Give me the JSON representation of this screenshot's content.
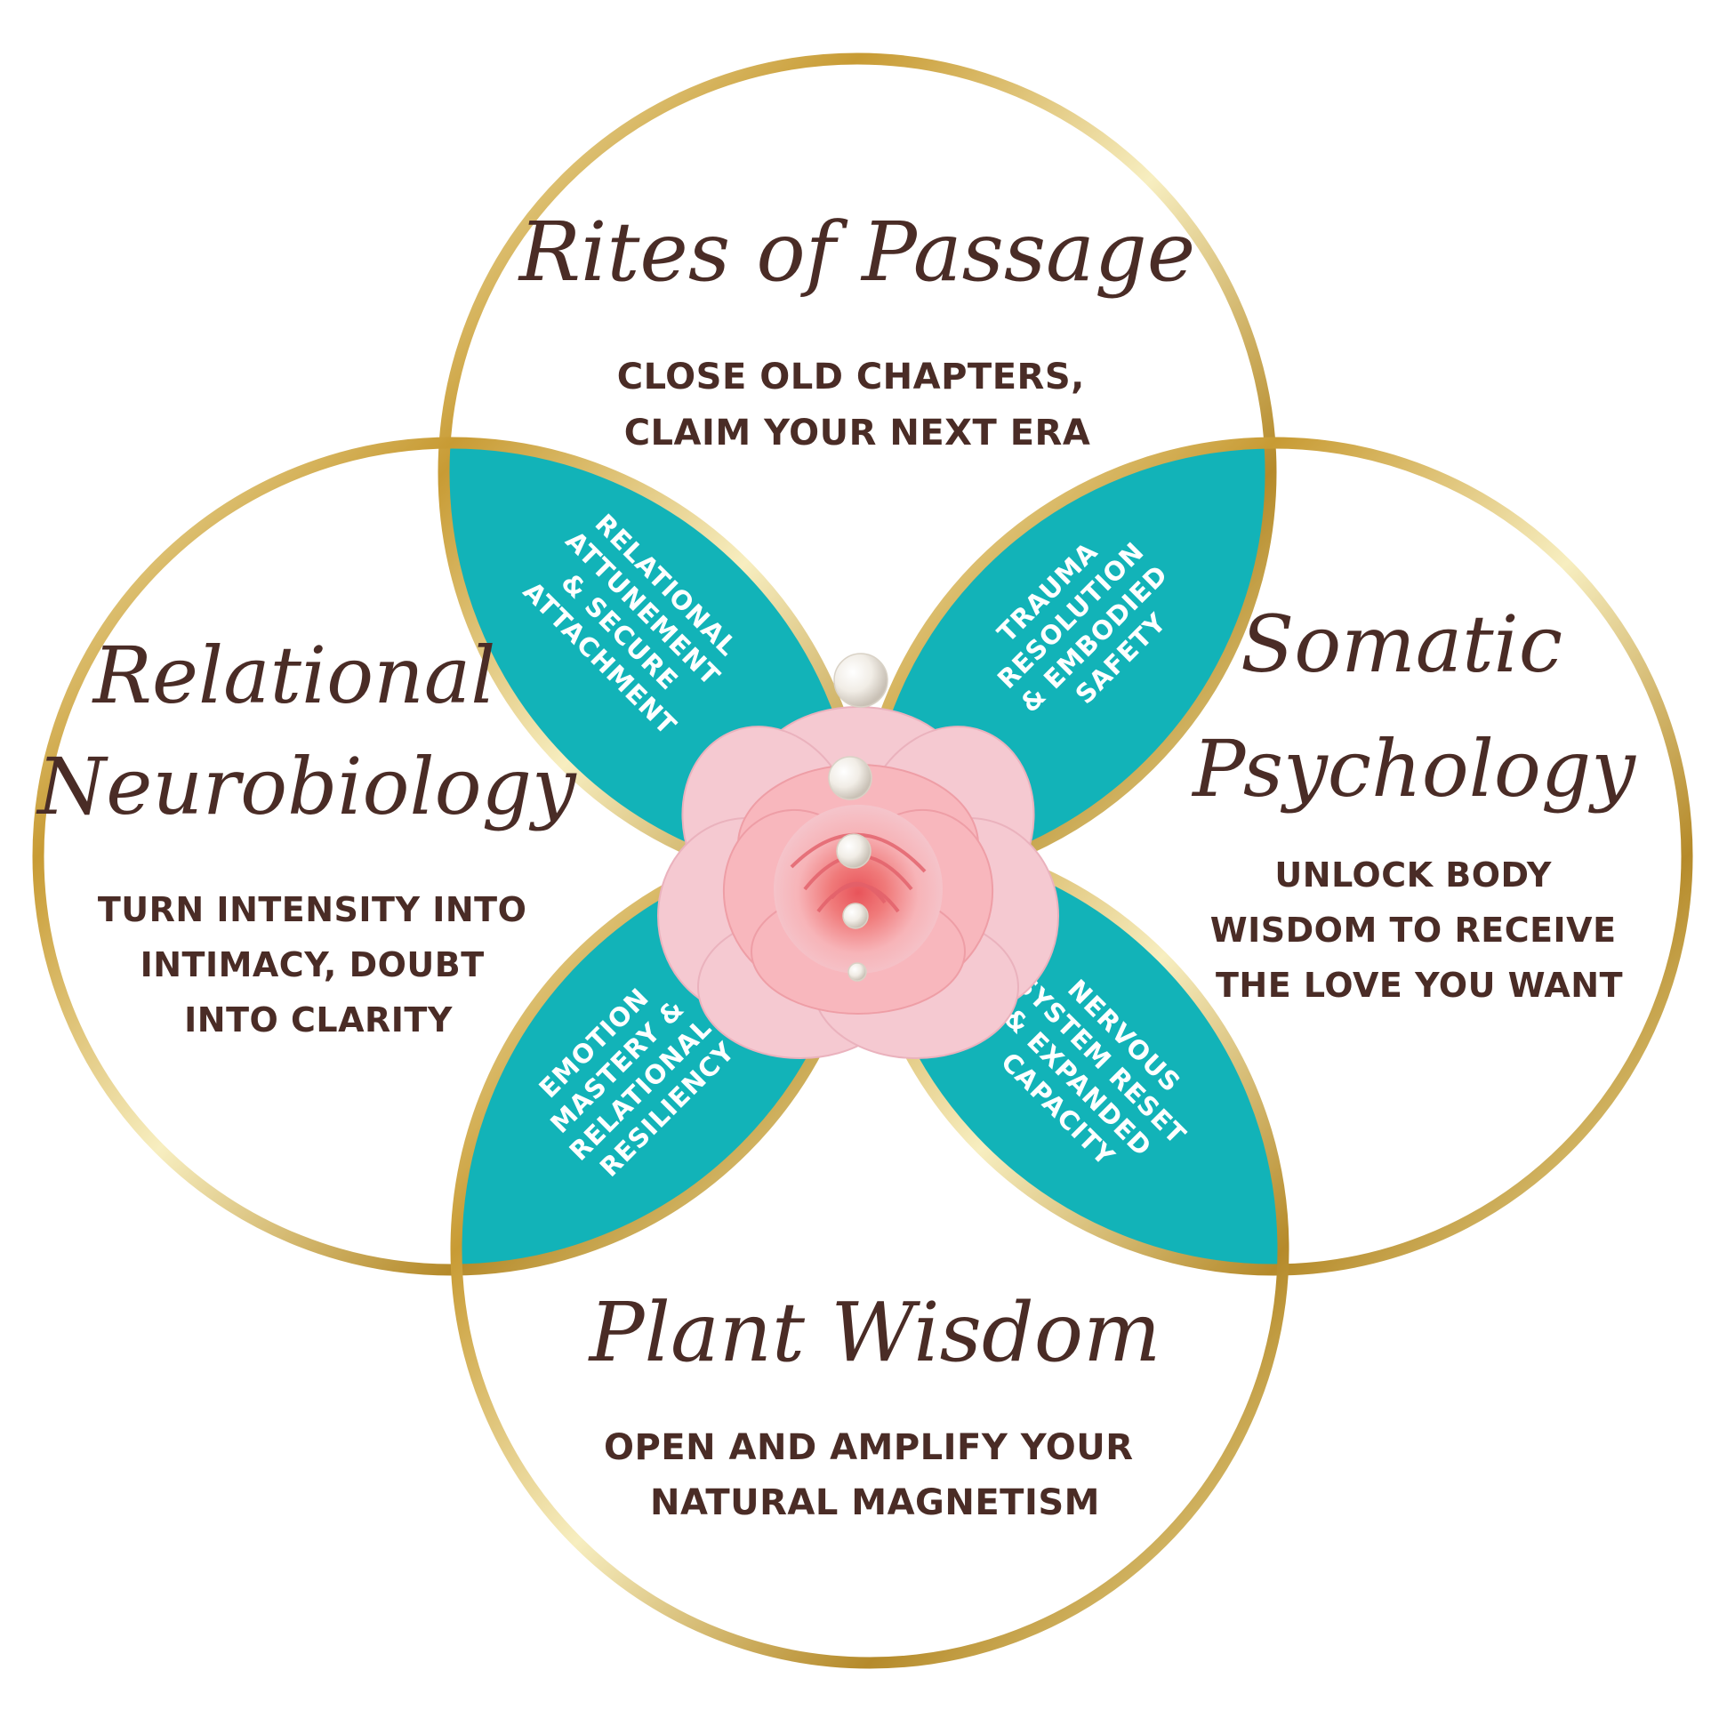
{
  "colors": {
    "background": "#ffffff",
    "gold_light": "#f5eab4",
    "gold_dark": "#b8902e",
    "teal": "#12b3b8",
    "text_brown": "#4a2c26",
    "petal_text": "#ffffff"
  },
  "circles": {
    "top": {
      "title": "Rites of Passage",
      "body": [
        "CLOSE OLD CHAPTERS,",
        "CLAIM YOUR NEXT ERA"
      ]
    },
    "left": {
      "title": [
        "Relational",
        "Neurobiology"
      ],
      "body": [
        "TURN INTENSITY INTO",
        "INTIMACY, DOUBT",
        "INTO CLARITY"
      ]
    },
    "right": {
      "title": [
        "Somatic",
        "Psychology"
      ],
      "body": [
        "UNLOCK BODY",
        "WISDOM TO RECEIVE",
        "THE LOVE YOU WANT"
      ]
    },
    "bottom": {
      "title": "Plant Wisdom",
      "body": [
        "OPEN AND AMPLIFY YOUR",
        "NATURAL MAGNETISM"
      ]
    }
  },
  "petals": {
    "top_left": [
      "RELATIONAL",
      "ATTUNEMENT",
      "& SECURE",
      "ATTACHMENT"
    ],
    "top_right": [
      "TRAUMA",
      "RESOLUTION",
      "& EMBODIED",
      "SAFETY"
    ],
    "bottom_left": [
      "EMOTION",
      "MASTERY &",
      "RELATIONAL",
      "RESILIENCY"
    ],
    "bottom_right": [
      "NERVOUS",
      "SYSTEM RESET",
      "& EXPANDED",
      "CAPACITY"
    ]
  },
  "center_image": "rose-with-pearls-icon"
}
